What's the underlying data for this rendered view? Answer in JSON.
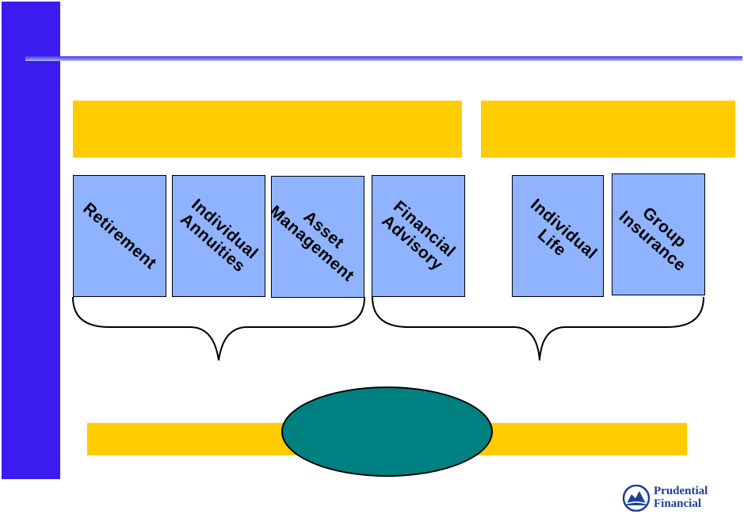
{
  "boxes": [
    {
      "id": "retirement",
      "label": "Retirement"
    },
    {
      "id": "individual-annuities",
      "label": "Individual\nAnnuities"
    },
    {
      "id": "asset-management",
      "label": "Asset\nManagement"
    },
    {
      "id": "financial-advisory",
      "label": "Financial\nAdvisory"
    },
    {
      "id": "individual-life",
      "label": "Individual\nLife"
    },
    {
      "id": "group-insurance",
      "label": "Group\nInsurance"
    }
  ],
  "logo": {
    "line1": "Prudential",
    "line2": "Financial"
  },
  "colors": {
    "sidebar": "#3a1cf0",
    "banner": "#ffcc00",
    "box": "#8fb3ff",
    "ellipse": "#008080",
    "logo": "#1d3f95"
  }
}
